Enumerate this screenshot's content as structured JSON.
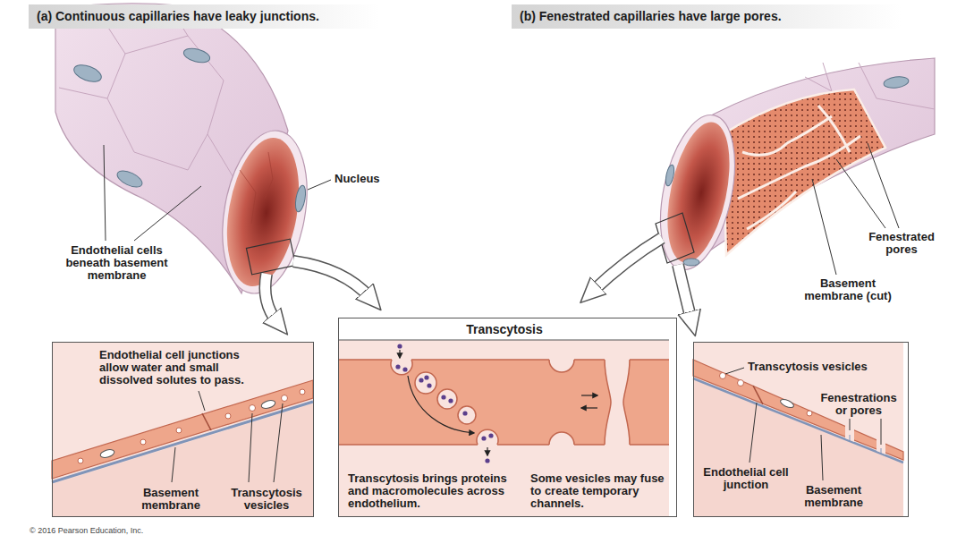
{
  "diagram": {
    "nodes": [
      {
        "text": [
          "(a) Continuous capillaries have leaky junctions."
        ]
      },
      {
        "text": [
          "(b) Fenestrated capillaries have large pores."
        ]
      },
      {
        "text": [
          "Endothelial cell junctions allow water and small dissolved solutes to pass.",
          "Basement membrane",
          "Transcytosis vesicles"
        ]
      },
      {
        "text": [
          "Transcytosis",
          "Transcytosis brings proteins and macromolecules across endothelium.",
          "Some vesicles may fuse to create temporary channels."
        ]
      },
      {
        "text": [
          "Transcytosis vesicles",
          "Fenestrations or pores",
          "Endothelial cell junction",
          "Basement membrane"
        ]
      }
    ],
    "labels": [
      "Nucleus",
      "Endothelial cells beneath basement membrane",
      "Fenestrated pores",
      "Basement membrane (cut)",
      "© 2016 Pearson Education, Inc."
    ]
  }
}
